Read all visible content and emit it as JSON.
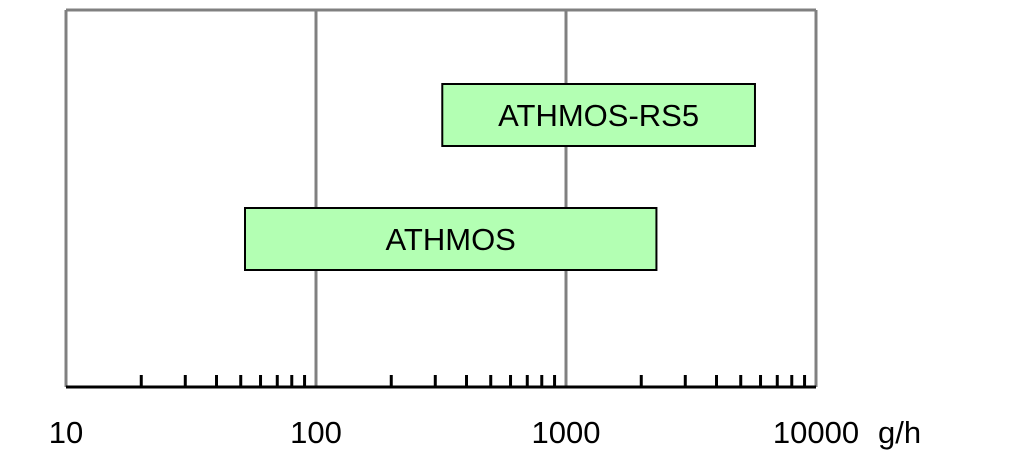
{
  "chart_data": {
    "type": "bar",
    "orientation": "horizontal-range",
    "x_scale": "log",
    "xlim": [
      10,
      10000
    ],
    "x_unit": "g/h",
    "x_ticks": [
      {
        "value": 10,
        "label": "10"
      },
      {
        "value": 100,
        "label": "100"
      },
      {
        "value": 1000,
        "label": "1000"
      },
      {
        "value": 10000,
        "label": "10000"
      }
    ],
    "grid": "vertical-major",
    "bars": [
      {
        "label": "ATHMOS-RS5",
        "start": 320,
        "end": 5700
      },
      {
        "label": "ATHMOS",
        "start": 52,
        "end": 2300
      }
    ],
    "colors": {
      "bar_fill": "#b3ffb3",
      "bar_stroke": "#000000",
      "frame": "#808080",
      "axis": "#000000"
    }
  }
}
